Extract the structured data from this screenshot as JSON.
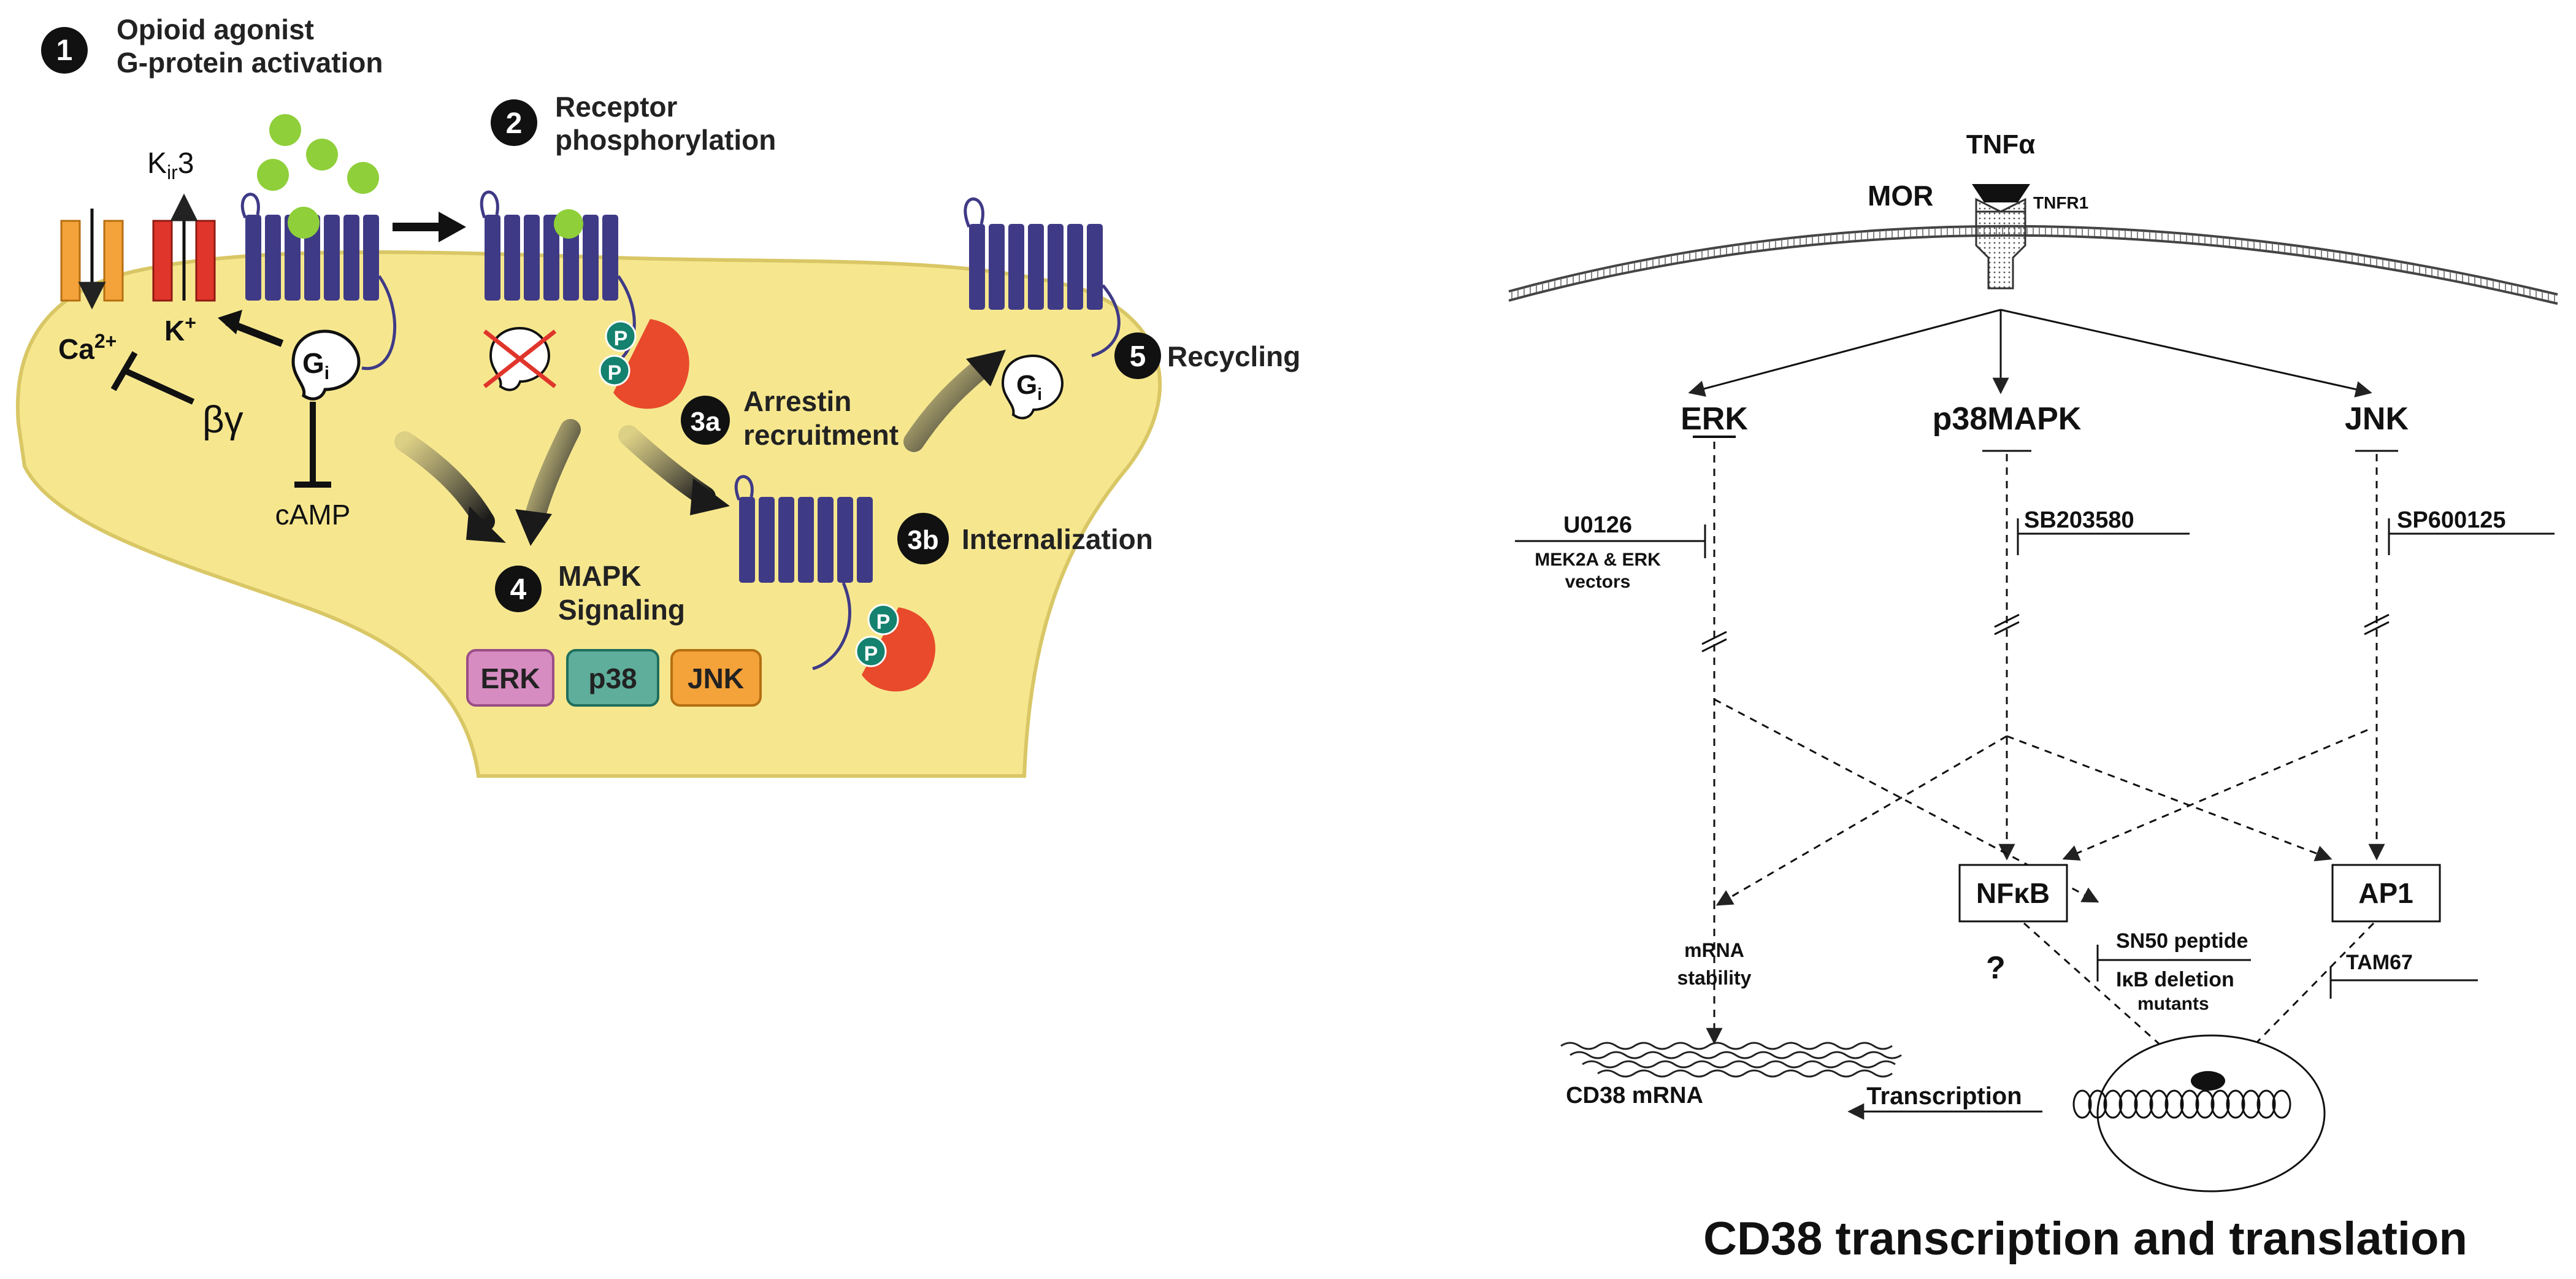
{
  "left_panel": {
    "step1_number": "1",
    "step1_line1": "Opioid agonist",
    "step1_line2": "G-protein activation",
    "step2_number": "2",
    "step2_line1": "Receptor",
    "step2_line2": "phosphorylation",
    "step3a_number": "3a",
    "step3a_line1": "Arrestin",
    "step3a_line2": "recruitment",
    "step3b_number": "3b",
    "step3b_label": "Internalization",
    "step4_number": "4",
    "step4_line1": "MAPK",
    "step4_line2": "Signaling",
    "step5_number": "5",
    "step5_label": "Recycling",
    "kir_main": "K",
    "kir_sub": "ir",
    "kir_num": "3",
    "k_ion": "K",
    "k_sup": "+",
    "ca_ion": "Ca",
    "ca_sup": "2+",
    "beta_gamma": "βγ",
    "camp": "cAMP",
    "gi_main": "G",
    "gi_sub": "i",
    "p_label": "P",
    "erk_box": "ERK",
    "p38_box": "p38",
    "jnk_box": "JNK",
    "colors": {
      "cell": "#f6e78f",
      "cell_border": "#d9c766",
      "receptor": "#3f3a86",
      "agonist": "#8fcf3a",
      "arrestin": "#e84a2b",
      "phospho": "#14826f",
      "erk": "#d68cc0",
      "p38": "#5fae9c",
      "jnk": "#f4a23a"
    }
  },
  "right_panel": {
    "tnf": "TNFα",
    "mor": "MOR",
    "tnfr1": "TNFR1",
    "erk": "ERK",
    "p38": "p38MAPK",
    "jnk": "JNK",
    "u0126": "U0126",
    "mek2a_line1": "MEK2A & ERK",
    "mek2a_line2": "vectors",
    "sb203580": "SB203580",
    "sp600125": "SP600125",
    "nfkb": "NFκB",
    "ap1": "AP1",
    "sn50": "SN50 peptide",
    "ikb_line1": "IκB deletion",
    "ikb_line2": "mutants",
    "tam67": "TAM67",
    "mrna_line1": "mRNA",
    "mrna_line2": "stability",
    "question": "?",
    "cd38_mrna": "CD38 mRNA",
    "transcription": "Transcription",
    "caption": "CD38 transcription and translation"
  }
}
